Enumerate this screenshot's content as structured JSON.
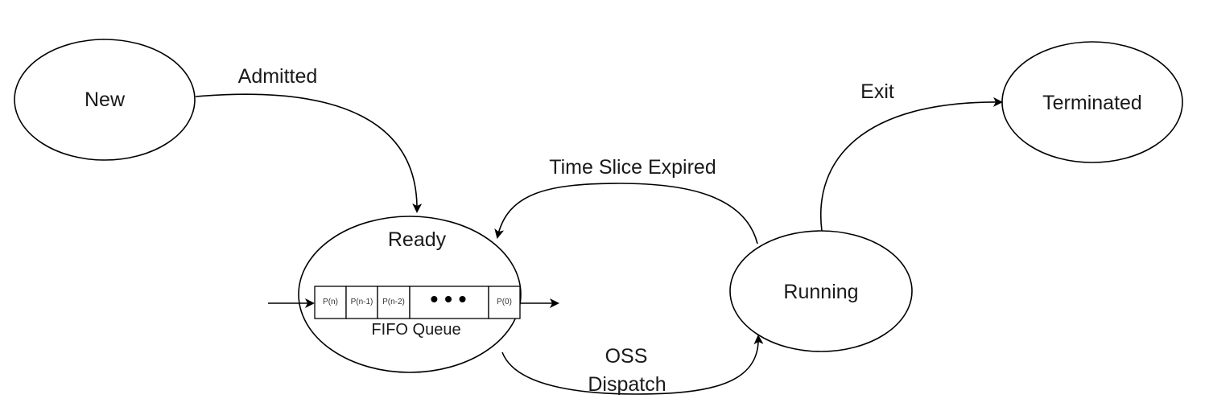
{
  "diagram": {
    "states": {
      "new": "New",
      "ready": "Ready",
      "running": "Running",
      "terminated": "Terminated"
    },
    "transitions": {
      "admitted": "Admitted",
      "time_slice_expired": "Time Slice Expired",
      "dispatch_line1": "OSS",
      "dispatch_line2": "Dispatch",
      "exit": "Exit"
    },
    "queue": {
      "label": "FIFO Queue",
      "cells": [
        "P(n)",
        "P(n-1)",
        "P(n-2)",
        "• • •",
        "P(0)"
      ]
    }
  }
}
